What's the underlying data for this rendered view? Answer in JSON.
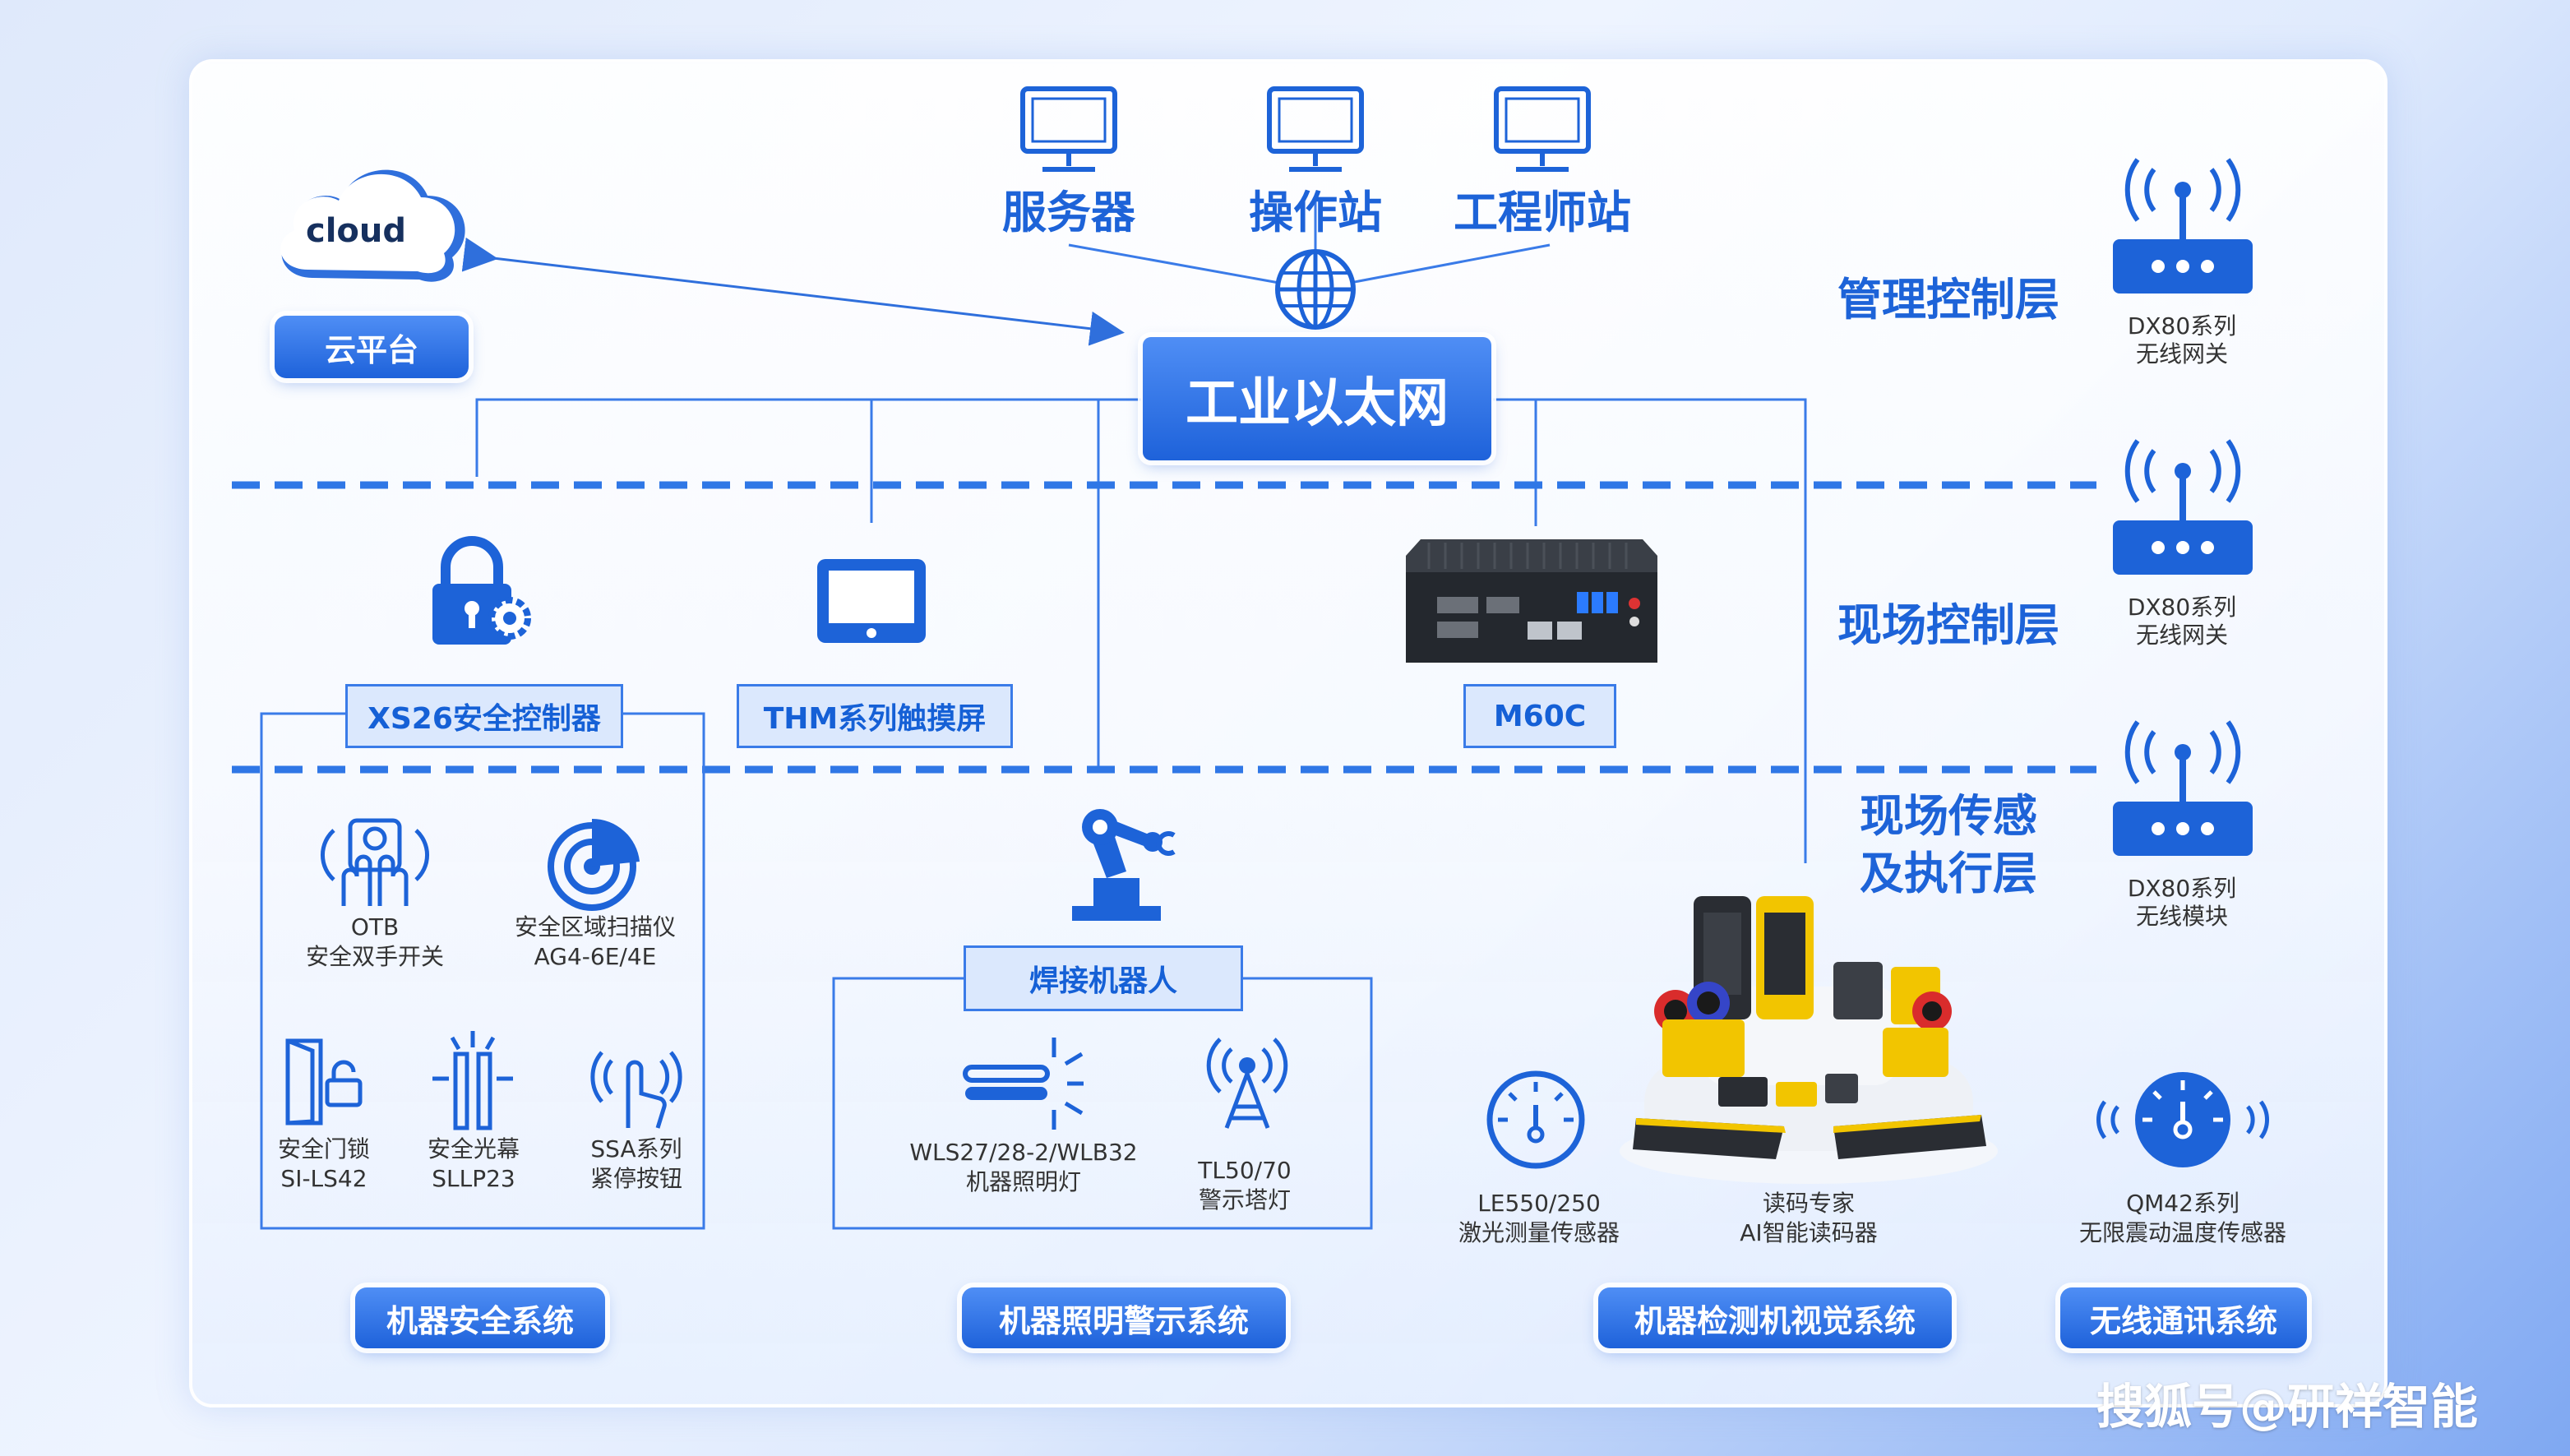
{
  "top": {
    "cloud_text": "cloud",
    "cloud_label": "云平台",
    "ethernet_label": "工业以太网",
    "pcs": [
      "服务器",
      "操作站",
      "工程师站"
    ]
  },
  "layers": {
    "management": "管理控制层",
    "field_control": "现场控制层",
    "sense_exec_line1": "现场传感",
    "sense_exec_line2": "及执行层"
  },
  "gateways": [
    {
      "line1": "DX80系列",
      "line2": "无线网关"
    },
    {
      "line1": "DX80系列",
      "line2": "无线网关"
    },
    {
      "line1": "DX80系列",
      "line2": "无线模块"
    }
  ],
  "controllers": {
    "safety": "XS26安全控制器",
    "touch": "THM系列触摸屏",
    "m60c": "M60C"
  },
  "safety_devices": [
    {
      "line1": "OTB",
      "line2": "安全双手开关"
    },
    {
      "line1": "安全区域扫描仪",
      "line2": "AG4-6E/4E"
    },
    {
      "line1": "安全门锁",
      "line2": "SI-LS42"
    },
    {
      "line1": "安全光幕",
      "line2": "SLLP23"
    },
    {
      "line1": "SSA系列",
      "line2": "紧停按钮"
    }
  ],
  "welding": {
    "label": "焊接机器人",
    "light": {
      "line1": "WLS27/28-2/WLB32",
      "line2": "机器照明灯"
    },
    "tower": {
      "line1": "TL50/70",
      "line2": "警示塔灯"
    }
  },
  "vision": {
    "laser": {
      "line1": "LE550/250",
      "line2": "激光测量传感器"
    },
    "reader": {
      "line1": "读码专家",
      "line2": "AI智能读码器"
    }
  },
  "wireless": {
    "line1": "QM42系列",
    "line2": "无限震动温度传感器"
  },
  "systems": [
    "机器安全系统",
    "机器照明警示系统",
    "机器检测机视觉系统",
    "无线通讯系统"
  ],
  "watermark": "搜狐号@研祥智能",
  "colors": {
    "accent": "#1d63d8",
    "line": "#3a7be8",
    "dash": "#2f77e6"
  }
}
